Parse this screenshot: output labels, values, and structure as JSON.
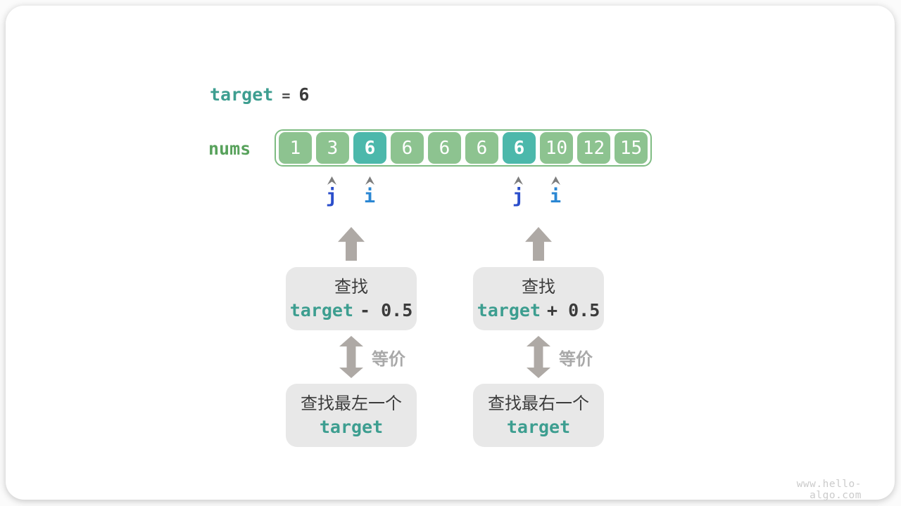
{
  "header": {
    "var": "target",
    "equals": "=",
    "value": "6"
  },
  "nums": {
    "label": "nums",
    "cells": [
      "1",
      "3",
      "6",
      "6",
      "6",
      "6",
      "6",
      "10",
      "12",
      "15"
    ],
    "highlighted_indices": [
      2,
      6
    ]
  },
  "pointers": {
    "left_j": "j",
    "left_i": "i",
    "right_j": "j",
    "right_i": "i"
  },
  "flow_left": {
    "search_box": {
      "line1": "查找",
      "code_var": "target",
      "code_op": "- 0.5"
    },
    "equiv_label": "等价",
    "result_box": {
      "line1": "查找最左一个",
      "code": "target"
    }
  },
  "flow_right": {
    "search_box": {
      "line1": "查找",
      "code_var": "target",
      "code_op": "+ 0.5"
    },
    "equiv_label": "等价",
    "result_box": {
      "line1": "查找最右一个",
      "code": "target"
    }
  },
  "watermark": "www.hello-algo.com",
  "colors": {
    "teal_text": "#3d9e90",
    "green_cell": "#8dc390",
    "teal_highlight_cell": "#4cb8ab",
    "green_label": "#58a25c",
    "arrow_gray": "#aea9a5",
    "box_bg": "#e8e8e8",
    "dark_text": "#3b3b3b",
    "pointer_j_blue": "#2b4ecb",
    "pointer_i_blue": "#2b87d3"
  }
}
